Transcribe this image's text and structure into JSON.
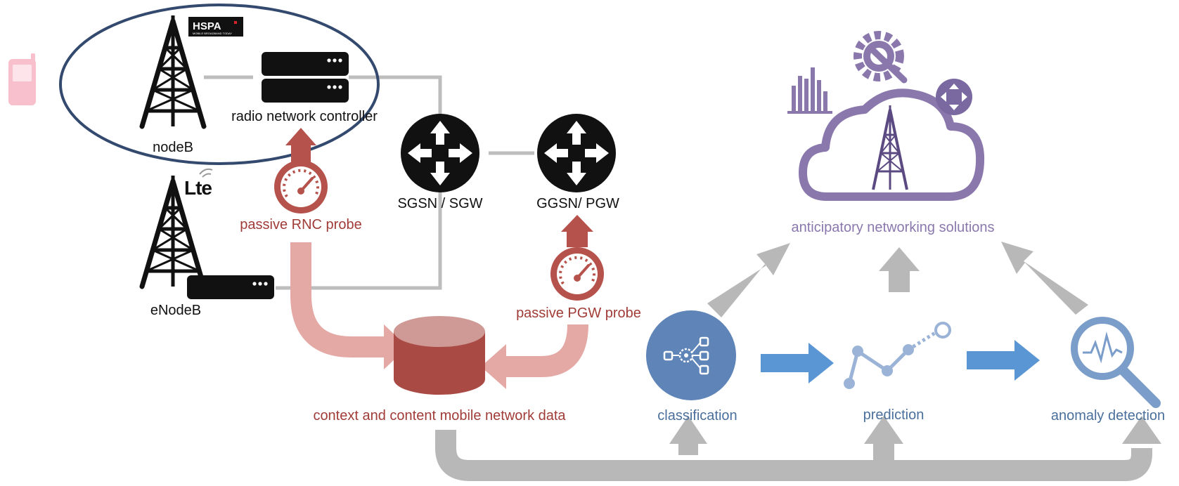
{
  "labels": {
    "nodeb": "nodeB",
    "rnc": "radio network controller",
    "enodeb": "eNodeB",
    "sgsn": "SGSN / SGW",
    "ggsn": "GGSN/ PGW",
    "rnc_probe": "passive RNC probe",
    "pgw_probe": "passive PGW probe",
    "data_store": "context and content mobile network data",
    "classification": "classification",
    "prediction": "prediction",
    "anomaly": "anomaly detection",
    "solutions": "anticipatory networking solutions"
  },
  "logos": {
    "hspa": "HSPA",
    "hspa_sub": "MOBILE BROADBAND TODAY",
    "lte": "Lte"
  },
  "colors": {
    "black": "#111111",
    "grey_line": "#bdbdbd",
    "grey_arrow": "#b8b8b8",
    "probe_red": "#b5524c",
    "db_red": "#a94a45",
    "flow_pink": "#e5a9a5",
    "phone_pink": "#f7c0cc",
    "ml_blue": "#5f85b8",
    "flow_blue": "#5a96d4",
    "purple": "#8a78ad",
    "ellipse": "#33496e"
  },
  "icons": [
    "mobile-phone-icon",
    "cell-tower-icon",
    "server-icon",
    "router-icon",
    "gauge-icon",
    "database-icon",
    "cloud-icon",
    "gear-wrench-icon",
    "bar-chart-icon",
    "magnifier-icon"
  ]
}
